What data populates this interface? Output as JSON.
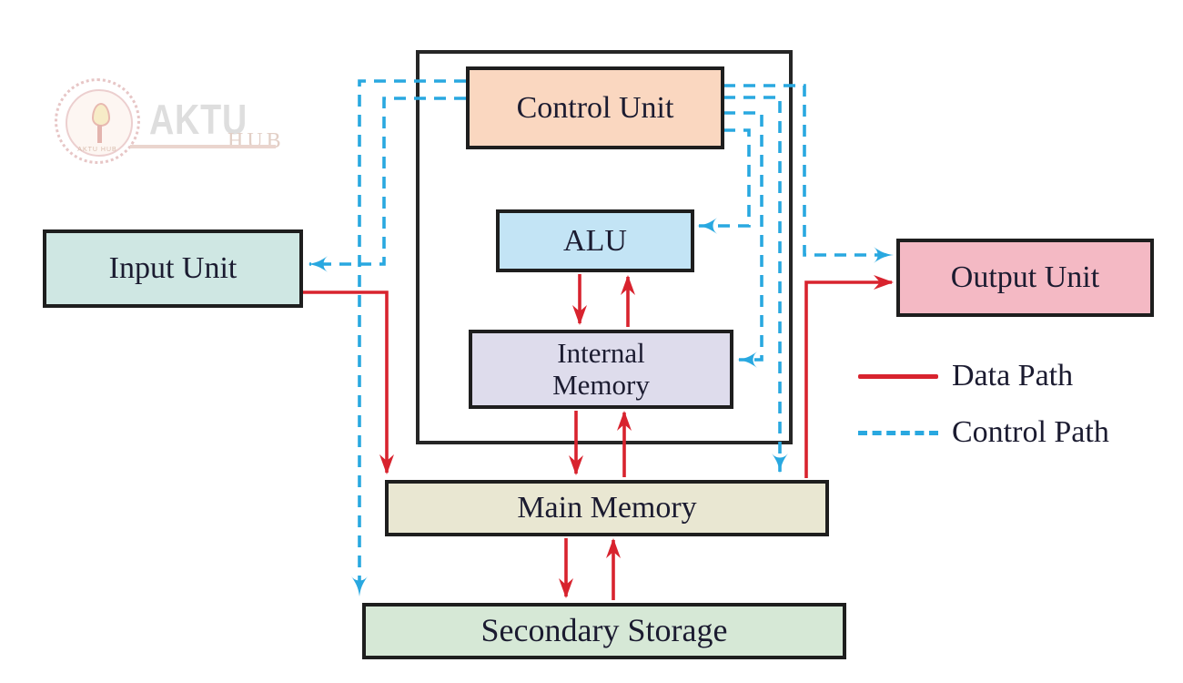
{
  "diagram": {
    "boxes": {
      "control_unit": {
        "label": "Control Unit"
      },
      "alu": {
        "label": "ALU"
      },
      "internal_memory": {
        "line1": "Internal",
        "line2": "Memory"
      },
      "input_unit": {
        "label": "Input Unit"
      },
      "output_unit": {
        "label": "Output Unit"
      },
      "main_memory": {
        "label": "Main Memory"
      },
      "secondary_storage": {
        "label": "Secondary Storage"
      }
    },
    "legend": {
      "data_path_label": "Data Path",
      "control_path_label": "Control Path"
    }
  },
  "watermark": {
    "brand": "AKTU",
    "sub": "HUB",
    "emblem_text": "AKTU HUB"
  },
  "colors": {
    "data_path": "#d8232e",
    "control_path": "#29a8e0",
    "box_border": "#1e1e1e",
    "text": "#1b1b30",
    "control_unit_fill": "#fad7c0",
    "alu_fill": "#c3e4f5",
    "internal_memory_fill": "#dedcec",
    "input_unit_fill": "#cfe7e3",
    "output_unit_fill": "#f4b9c4",
    "main_memory_fill": "#e9e7d2",
    "secondary_storage_fill": "#d6e8d6"
  }
}
